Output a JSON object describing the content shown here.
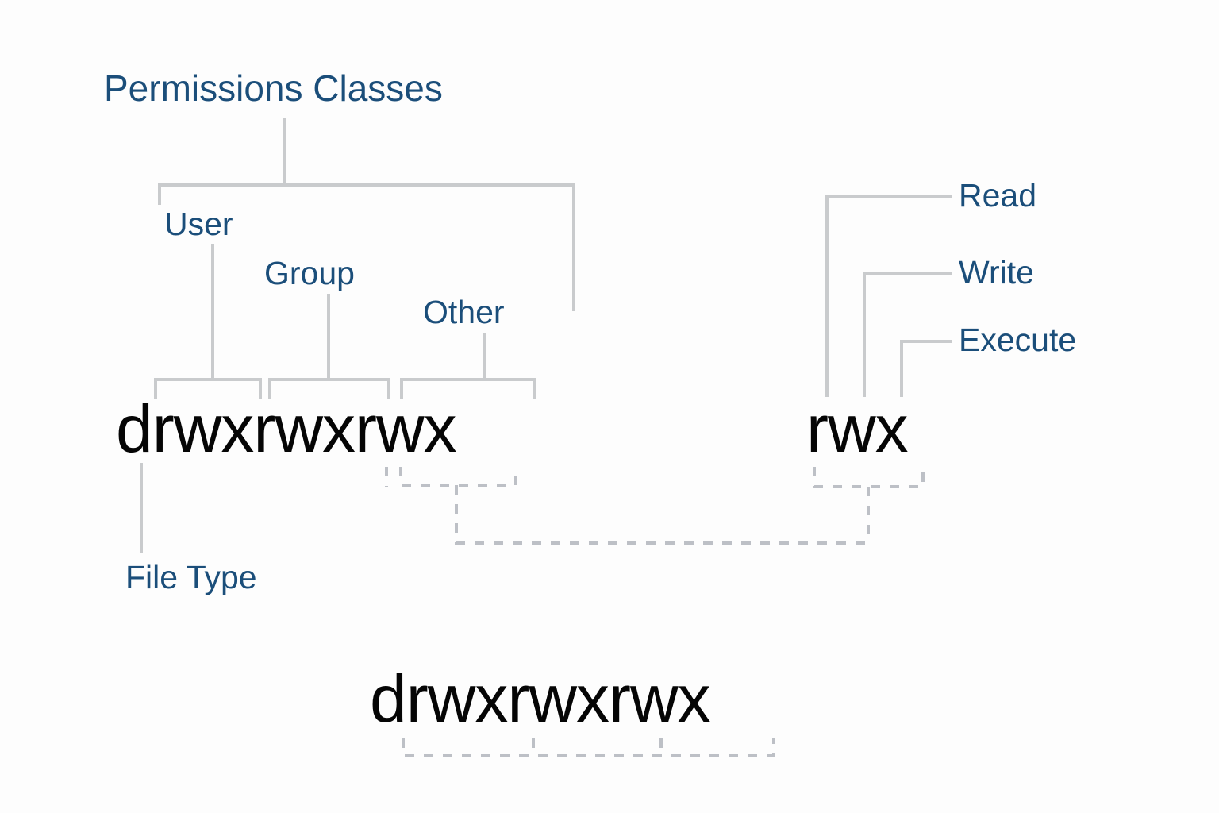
{
  "colors": {
    "background": "#fdfdfd",
    "label_blue": "#1b4e7a",
    "connector_gray": "#c9cbcd",
    "dashed_gray": "#bdc0c6",
    "mono_black": "#050505"
  },
  "diagram": {
    "title": "Permissions Classes",
    "classes": [
      {
        "key": "user",
        "label": "User"
      },
      {
        "key": "group",
        "label": "Group"
      },
      {
        "key": "other",
        "label": "Other"
      }
    ],
    "file_type_label": "File Type",
    "permission_bits": [
      {
        "key": "read",
        "label": "Read",
        "symbol": "r"
      },
      {
        "key": "write",
        "label": "Write",
        "symbol": "w"
      },
      {
        "key": "execute",
        "label": "Execute",
        "symbol": "x"
      }
    ],
    "permission_string_main": "drwxrwxrwx",
    "permission_string_detail": "rwx",
    "permission_string_bottom": "drwxrwxrwx"
  }
}
